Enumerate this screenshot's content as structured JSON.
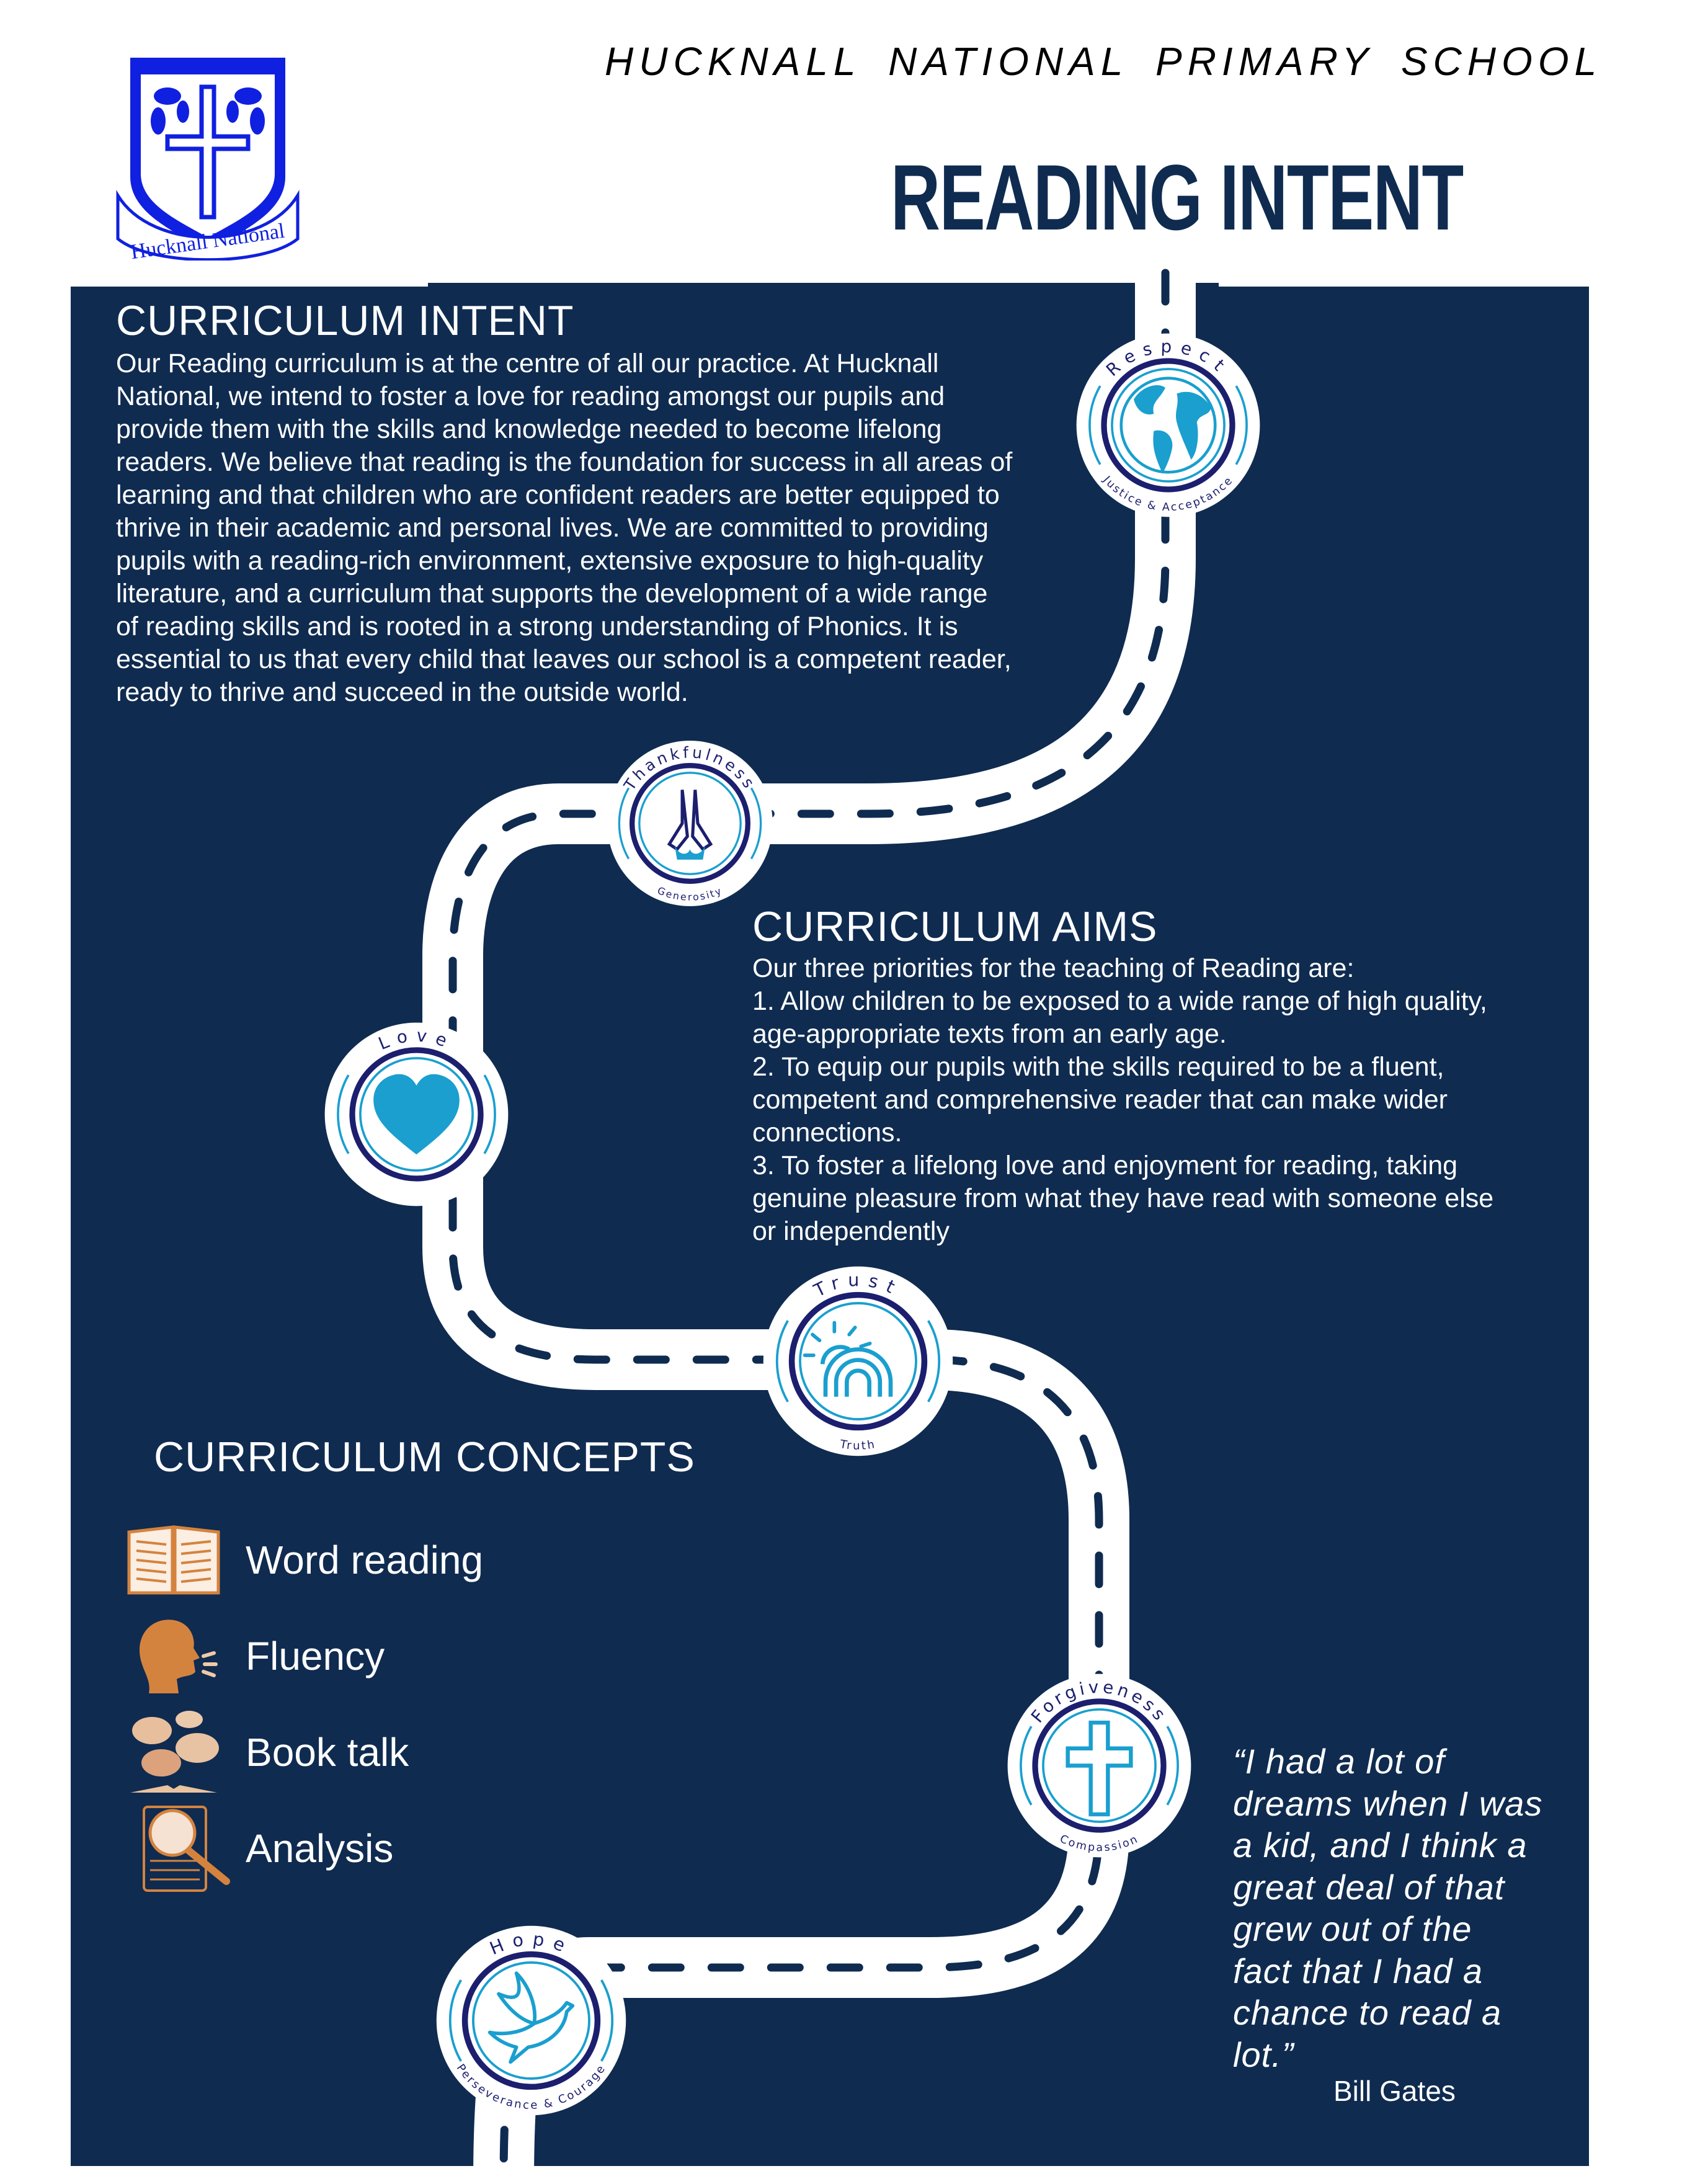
{
  "header": {
    "school_name": "HUCKNALL NATIONAL PRIMARY SCHOOL",
    "title": "READING INTENT",
    "logo_text": "Hucknall National"
  },
  "colors": {
    "navy": "#0f2b50",
    "accent_blue": "#1a9fcf",
    "ring_navy": "#1c1f6e",
    "orange": "#d4833f",
    "logo_blue": "#1020e0"
  },
  "intent": {
    "heading": "CURRICULUM INTENT",
    "lines": [
      "Our Reading curriculum is at the centre of all our practice. At Hucknall",
      "National, we intend to foster a love for reading amongst our pupils and",
      "provide them with the skills and knowledge needed to become lifelong",
      "readers. We believe that reading is the foundation for success in all areas of",
      "learning and that children who are confident readers are better equipped to",
      "thrive in their academic and personal lives. We are committed to providing",
      "pupils with a reading-rich environment, extensive exposure to high-quality",
      "literature, and a curriculum that supports the development of a wide range",
      "of reading skills and is rooted in a strong understanding of Phonics. It is",
      "essential to us that every child that leaves our school is a competent reader,",
      "ready to thrive and succeed in the outside world."
    ]
  },
  "aims": {
    "heading": "CURRICULUM AIMS",
    "lines": [
      "Our three priorities for the teaching of Reading are:",
      "1. Allow children to be exposed to a wide range of high quality,",
      "age-appropriate texts from an early age.",
      "2. To equip our pupils with the skills required to be a fluent,",
      "competent and comprehensive reader that can make wider",
      "connections.",
      "3. To foster a lifelong love and enjoyment for reading, taking",
      "genuine pleasure from what they have read with someone else",
      "or independently"
    ]
  },
  "concepts": {
    "heading": "CURRICULUM CONCEPTS",
    "items": [
      {
        "label": "Word reading",
        "icon": "open-book-icon"
      },
      {
        "label": "Fluency",
        "icon": "speaking-head-icon"
      },
      {
        "label": "Book talk",
        "icon": "speech-bubbles-icon"
      },
      {
        "label": "Analysis",
        "icon": "magnifying-glass-icon"
      }
    ]
  },
  "values": [
    {
      "top": "Respect",
      "bottom": "Justice & Acceptance",
      "icon": "globe-icon"
    },
    {
      "top": "Thankfulness",
      "bottom": "Generosity",
      "icon": "praying-hands-icon"
    },
    {
      "top": "Love",
      "bottom": "",
      "icon": "heart-icon"
    },
    {
      "top": "Trust",
      "bottom": "Truth",
      "icon": "sun-rainbow-icon"
    },
    {
      "top": "Forgiveness",
      "bottom": "Compassion",
      "icon": "cross-icon"
    },
    {
      "top": "Hope",
      "bottom": "Perseverance & Courage",
      "icon": "dove-icon"
    }
  ],
  "quote": {
    "lines": [
      "“I had a lot of",
      "dreams when I was",
      "a kid, and I think a",
      "great deal of that",
      "grew out of the",
      "fact that I had a",
      "chance to read a",
      "lot.”"
    ],
    "author": "Bill Gates"
  }
}
